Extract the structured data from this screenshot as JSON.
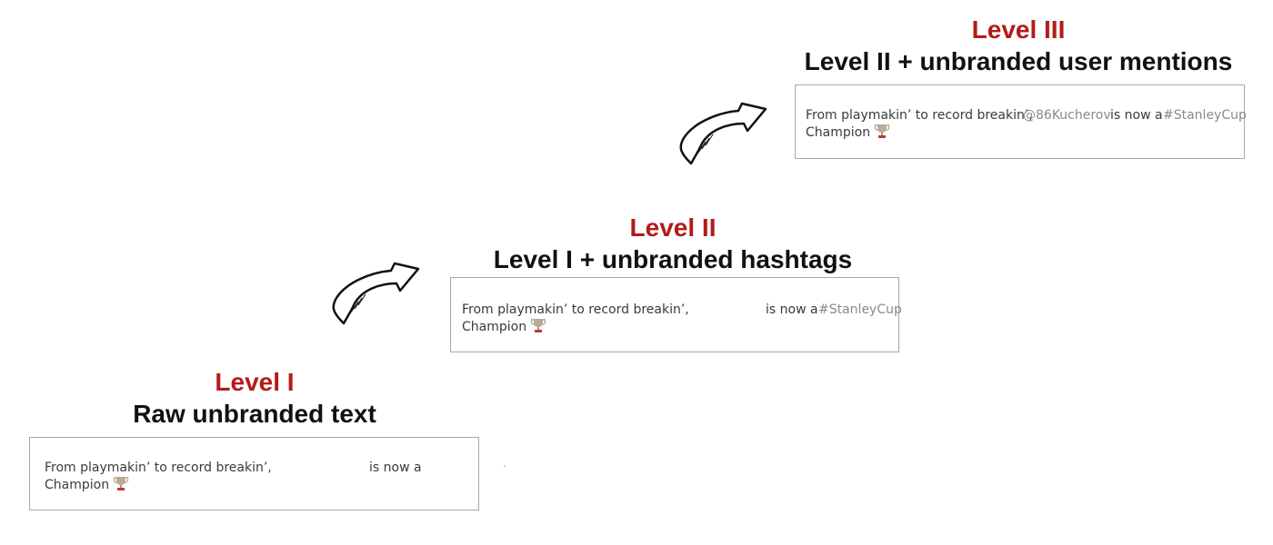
{
  "levels": [
    {
      "name": "Level I",
      "title": "Raw unbranded text",
      "tweet": {
        "part1": "From playmakin’ to record breakin’,",
        "mention": "",
        "part2": "is now a",
        "hashtag": "",
        "line2": "Champion"
      }
    },
    {
      "name": "Level II",
      "title": "Level I + unbranded hashtags",
      "tweet": {
        "part1": "From playmakin’ to record breakin’,",
        "mention": "",
        "part2": "is now a",
        "hashtag": "#StanleyCup",
        "line2": "Champion"
      }
    },
    {
      "name": "Level III",
      "title": "Level II + unbranded user mentions",
      "tweet": {
        "part1": "From playmakin’ to record breakin’,",
        "mention": "@86Kucherov",
        "part2": "is now a",
        "hashtag": "#StanleyCup",
        "line2": "Champion"
      }
    }
  ],
  "icons": {
    "trophy": "trophy-icon",
    "arrow": "curved-arrow-icon"
  },
  "colors": {
    "level_name": "#b31b1b",
    "title": "#111111",
    "tweet_text": "#3a3a3a",
    "muted_token": "#8a8a8a",
    "box_border": "#a8a8a8"
  }
}
